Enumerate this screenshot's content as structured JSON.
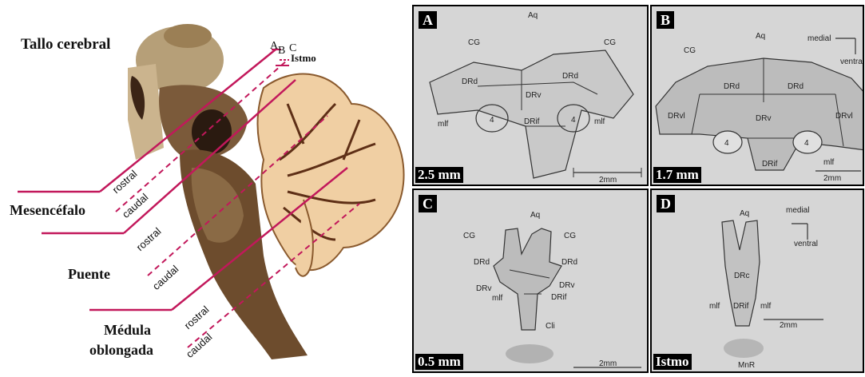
{
  "left": {
    "titles": {
      "tallo": "Tallo cerebral",
      "mesencefalo": "Mesencéfalo",
      "puente": "Puente",
      "medula_1": "Médula",
      "medula_2": "oblongada"
    },
    "cut_markers": {
      "a": "A",
      "b": "B",
      "c": "C",
      "istmo": "Istmo"
    },
    "directions": [
      "rostral",
      "caudal",
      "rostral",
      "caudal",
      "rostral",
      "caudal"
    ]
  },
  "panels": [
    {
      "id": "A",
      "depth": "2.5 mm",
      "labels": [
        "Aq",
        "CG",
        "CG",
        "DRd",
        "DRd",
        "DRv",
        "mlf",
        "4",
        "DRif",
        "4",
        "mlf",
        "2mm"
      ]
    },
    {
      "id": "B",
      "depth": "1.7 mm",
      "labels": [
        "Aq",
        "CG",
        "medial",
        "ventral",
        "DRd",
        "DRd",
        "DRvl",
        "DRv",
        "DRvl",
        "4",
        "4",
        "mlf",
        "DRif",
        "2mm"
      ]
    },
    {
      "id": "C",
      "depth": "0.5 mm",
      "labels": [
        "Aq",
        "CG",
        "CG",
        "DRd",
        "DRd",
        "DRv",
        "DRv",
        "mlf",
        "DRif",
        "Cli",
        "2mm"
      ]
    },
    {
      "id": "D",
      "depth": "Istmo",
      "labels": [
        "Aq",
        "medial",
        "ventral",
        "DRc",
        "mlf",
        "DRif",
        "mlf",
        "2mm",
        "MnR"
      ]
    }
  ]
}
